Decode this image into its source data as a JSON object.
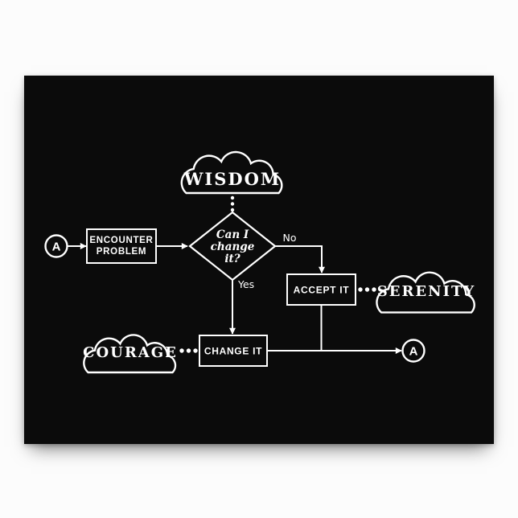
{
  "colors": {
    "page_background": "#fcfcfc",
    "poster_background": "#0b0b0b",
    "ink": "#ffffff"
  },
  "nodes": {
    "start": {
      "label": "A"
    },
    "encounter": {
      "line1": "ENCOUNTER",
      "line2": "PROBLEM"
    },
    "wisdom": {
      "label": "WISDOM"
    },
    "decision": {
      "line1": "Can I",
      "line2": "change",
      "line3": "it?"
    },
    "accept": {
      "label": "ACCEPT IT"
    },
    "serenity": {
      "label": "SERENITY"
    },
    "courage": {
      "label": "COURAGE"
    },
    "change": {
      "label": "CHANGE IT"
    },
    "end": {
      "label": "A"
    }
  },
  "edges": {
    "no": "No",
    "yes": "Yes"
  }
}
